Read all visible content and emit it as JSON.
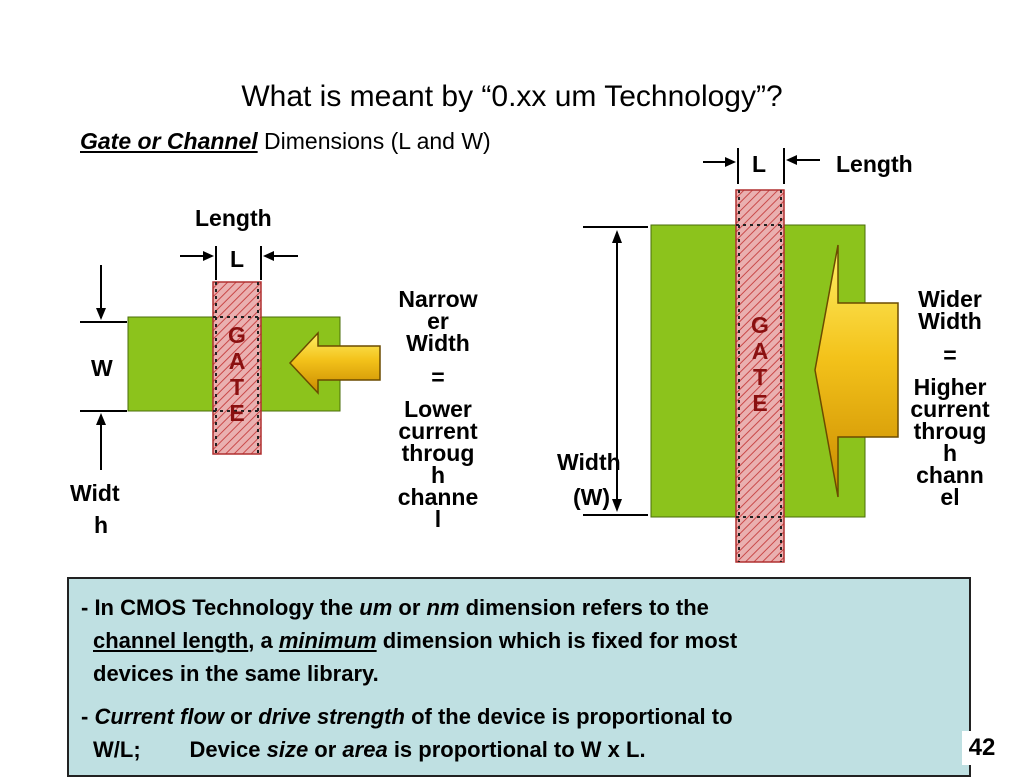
{
  "title": "What is meant by “0.xx um Technology”?",
  "subtitle": {
    "highlight": "Gate or Channel",
    "rest": " Dimensions (L and W)"
  },
  "left_device": {
    "length_label": "Length",
    "l_label": "L",
    "w_label": "W",
    "width_label_1": "Widt",
    "width_label_2": "h",
    "gate_letters": [
      "G",
      "A",
      "T",
      "E"
    ],
    "caption": [
      "Narrow",
      "er",
      "Width",
      "=",
      "Lower",
      "current",
      "throug",
      "h",
      "channe",
      "l"
    ]
  },
  "right_device": {
    "l_label": "L",
    "length_label": "Length",
    "width_label": "Width",
    "width_paren": "(W)",
    "gate_letters": [
      "G",
      "A",
      "T",
      "E"
    ],
    "caption": [
      "Wider",
      "Width",
      "=",
      "Higher",
      "current",
      "throug",
      "h",
      "chann",
      "el"
    ]
  },
  "notes": {
    "p1": {
      "a": "- In CMOS Technology the ",
      "um": "um",
      "b": " or ",
      "nm": "nm",
      "c": " dimension refers to the",
      "channel_length": "channel length",
      "d": ", a ",
      "minimum": "minimum",
      "e": " dimension which is fixed for most",
      "f": "devices in the same library."
    },
    "p2": {
      "a": "- ",
      "current_flow": "Current flow",
      "b": " or ",
      "drive_strength": "drive strength",
      "c": " of the device is proportional to",
      "d": "W/L;        Device ",
      "size": "size",
      "e": " or ",
      "area": "area",
      "f": " is proportional to W x L."
    }
  },
  "page_number": "42",
  "colors": {
    "channel_green": "#8cc31c",
    "gate_fill": "#e9a0a0",
    "gate_border": "#b03030",
    "arrow_yellow": "#e8b100",
    "notes_bg": "#bfe0e2"
  }
}
